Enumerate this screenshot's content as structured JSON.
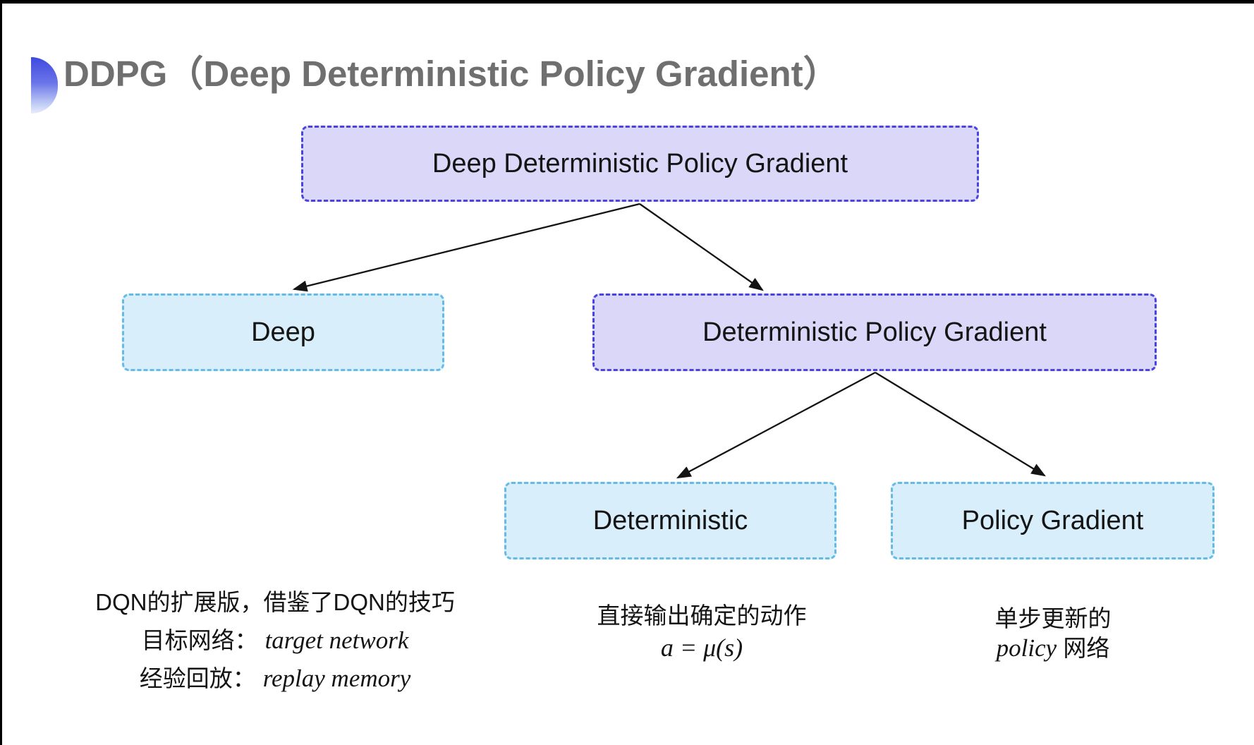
{
  "title": "DDPG（Deep Deterministic Policy Gradient）",
  "tree": {
    "root": {
      "label": "Deep Deterministic Policy Gradient"
    },
    "children": [
      {
        "label": "Deep"
      },
      {
        "label": "Deterministic Policy Gradient"
      }
    ],
    "grandchildren": [
      {
        "label": "Deterministic"
      },
      {
        "label": "Policy Gradient"
      }
    ]
  },
  "notes": {
    "dqn": {
      "line1": "DQN的扩展版，借鉴了DQN的技巧",
      "line2_label": "目标网络：",
      "line2_term": "target network",
      "line3_label": "经验回放：",
      "line3_term": "replay memory"
    },
    "deterministic": {
      "line1": "直接输出确定的动作",
      "formula": "a = μ(s)"
    },
    "policy_gradient": {
      "line1": "单步更新的",
      "term": "policy",
      "suffix": " 网络"
    }
  },
  "colors": {
    "purple_fill": "#dbd7f8",
    "purple_border": "#4845de",
    "cyan_fill": "#d8effb",
    "cyan_border": "#64bbe6",
    "title_gray": "#6f6f6f",
    "text_black": "#141414"
  }
}
